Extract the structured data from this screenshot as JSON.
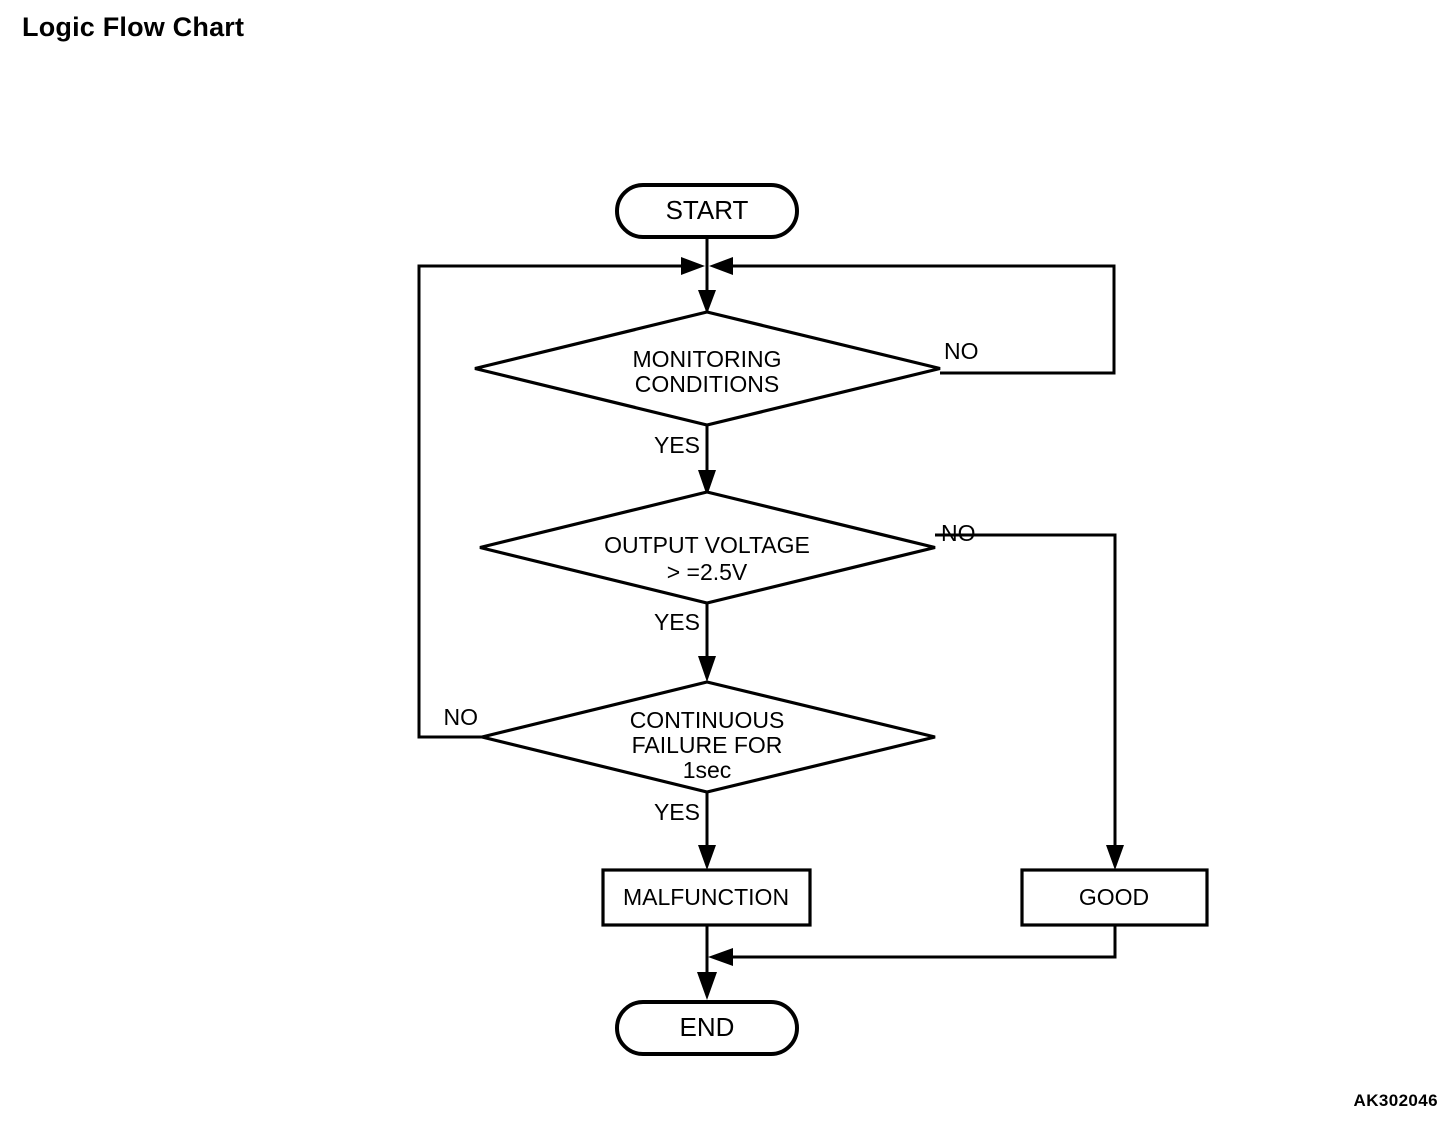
{
  "page": {
    "title": "Logic Flow Chart",
    "diagram_code": "AK302046",
    "background_color": "#ffffff",
    "line_color": "#000000"
  },
  "chart_data": {
    "type": "diagram",
    "diagram_type": "flowchart",
    "title": "Logic Flow Chart",
    "orientation": "top-to-bottom",
    "nodes": [
      {
        "id": "start",
        "shape": "terminator",
        "label": "START"
      },
      {
        "id": "monitoring",
        "shape": "decision",
        "label": "MONITORING CONDITIONS",
        "lines": [
          "MONITORING",
          "CONDITIONS"
        ]
      },
      {
        "id": "voltage",
        "shape": "decision",
        "label": "OUTPUT VOLTAGE > =2.5V",
        "lines": [
          "OUTPUT VOLTAGE",
          "> =2.5V"
        ]
      },
      {
        "id": "continuous",
        "shape": "decision",
        "label": "CONTINUOUS FAILURE FOR 1sec",
        "lines": [
          "CONTINUOUS",
          "FAILURE FOR",
          "1sec"
        ]
      },
      {
        "id": "malfunction",
        "shape": "process",
        "label": "MALFUNCTION"
      },
      {
        "id": "good",
        "shape": "process",
        "label": "GOOD"
      },
      {
        "id": "end",
        "shape": "terminator",
        "label": "END"
      }
    ],
    "edges": [
      {
        "from": "start",
        "to": "monitoring",
        "label": ""
      },
      {
        "from": "monitoring",
        "to": "monitoring",
        "label": "NO",
        "route": "right-up-loop"
      },
      {
        "from": "monitoring",
        "to": "voltage",
        "label": "YES",
        "route": "down"
      },
      {
        "from": "voltage",
        "to": "good",
        "label": "NO",
        "route": "right-down"
      },
      {
        "from": "voltage",
        "to": "continuous",
        "label": "YES",
        "route": "down"
      },
      {
        "from": "continuous",
        "to": "monitoring",
        "label": "NO",
        "route": "left-up-loop"
      },
      {
        "from": "continuous",
        "to": "malfunction",
        "label": "YES",
        "route": "down"
      },
      {
        "from": "malfunction",
        "to": "end",
        "label": "",
        "route": "down"
      },
      {
        "from": "good",
        "to": "end",
        "label": "",
        "route": "down-left-merge"
      }
    ]
  },
  "labels": {
    "start": "START",
    "end": "END",
    "malfunction": "MALFUNCTION",
    "good": "GOOD",
    "monitoring_line1": "MONITORING",
    "monitoring_line2": "CONDITIONS",
    "voltage_line1": "OUTPUT VOLTAGE",
    "voltage_line2": "> =2.5V",
    "continuous_line1": "CONTINUOUS",
    "continuous_line2": "FAILURE FOR",
    "continuous_line3": "1sec",
    "monitoring_no": "NO",
    "monitoring_yes": "YES",
    "voltage_no": "NO",
    "voltage_yes": "YES",
    "continuous_no": "NO",
    "continuous_yes": "YES"
  }
}
